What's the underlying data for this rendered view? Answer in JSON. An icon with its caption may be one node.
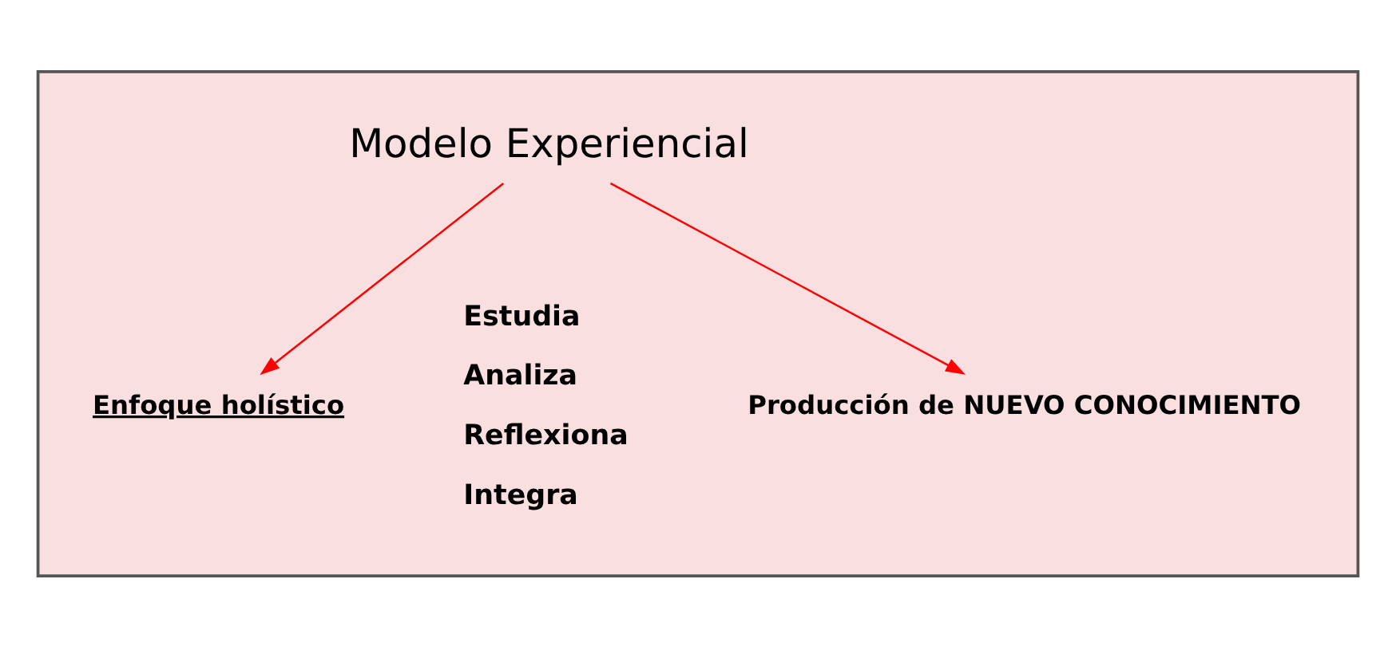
{
  "diagram": {
    "nodes": [
      {
        "text": [],
        "shape": "box"
      },
      {
        "text": [
          "Modelo Experiencial"
        ],
        "in": 0
      },
      {
        "text": [
          "Enfoque holístico"
        ],
        "in": 0
      },
      {
        "text": [
          "Producción de NUEVO CONOCIMIENTO"
        ],
        "in": 0
      }
    ],
    "edges": [
      {
        "from": 1,
        "to": 2,
        "arrow": "to"
      },
      {
        "from": 1,
        "to": 3,
        "arrow": "to"
      }
    ],
    "labels": [
      "Estudia",
      "Analiza",
      "Reflexiona",
      "Integra"
    ]
  }
}
